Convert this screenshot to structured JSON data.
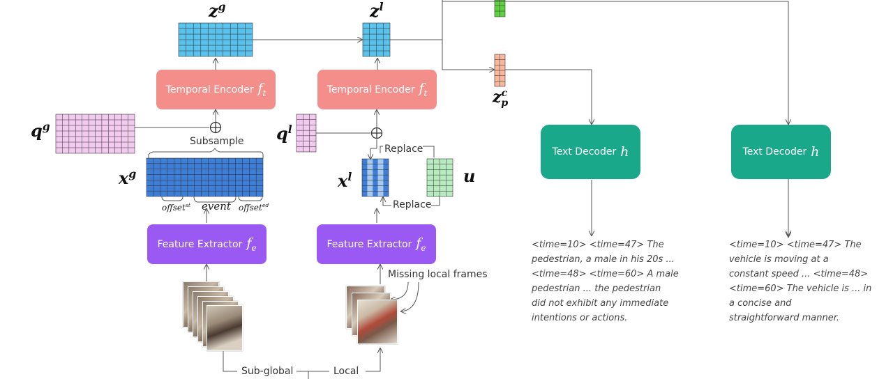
{
  "symbols": {
    "zg": "z",
    "zg_sup": "g",
    "zl": "z",
    "zl_sup": "l",
    "qg": "q",
    "qg_sup": "g",
    "ql": "q",
    "ql_sup": "l",
    "xg": "x",
    "xg_sup": "g",
    "xl": "x",
    "xl_sup": "l",
    "u": "u",
    "zpc": "z",
    "zpc_sup": "c",
    "zpc_sub": "p"
  },
  "boxes": {
    "temporal_encoder_global": {
      "label": "Temporal Encoder",
      "fn": "f",
      "fn_sub": "t"
    },
    "temporal_encoder_local": {
      "label": "Temporal Encoder",
      "fn": "f",
      "fn_sub": "t"
    },
    "feature_extractor_global": {
      "label": "Feature Extractor",
      "fn": "f",
      "fn_sub": "e"
    },
    "feature_extractor_local": {
      "label": "Feature Extractor",
      "fn": "f",
      "fn_sub": "e"
    },
    "text_decoder_pedestrian": {
      "label": "Text Decoder",
      "fn": "h"
    },
    "text_decoder_vehicle": {
      "label": "Text Decoder",
      "fn": "h"
    }
  },
  "labels": {
    "subsample": "Subsample",
    "replace_top": "Replace",
    "replace_bottom": "Replace",
    "missing_local_frames": "Missing local frames",
    "sub_global": "Sub-global",
    "local": "Local",
    "offset_st": "offset",
    "offset_st_sup": "st",
    "event": "event",
    "offset_ed": "offset",
    "offset_ed_sup": "ed"
  },
  "outputs": {
    "pedestrian": [
      "<time=10> <time=47> The",
      "pedestrian, a male in his 20s ...",
      "<time=48> <time=60> A male",
      "pedestrian ... the pedestrian",
      "did not exhibit any immediate",
      "intentions or actions."
    ],
    "vehicle": [
      "<time=10> <time=47> The",
      "vehicle is moving at a",
      "constant speed ... <time=48>",
      "<time=60> The vehicle is ... in",
      "a concise and",
      "straightforward manner."
    ]
  },
  "colors": {
    "zg_grid": "#5bc2ec",
    "zl_grid": "#5bc2ec",
    "xg_grid": "#3e7ed6",
    "qg_grid": "#f2c9ef",
    "ql_grid": "#f2c9ef",
    "u_grid": "#b9ebc0",
    "zpc_grid": "#f7b89c",
    "green_top": "#5fd03f",
    "encoder": "#f48e8b",
    "extractor": "#9b59f3",
    "decoder": "#1aa88a"
  }
}
